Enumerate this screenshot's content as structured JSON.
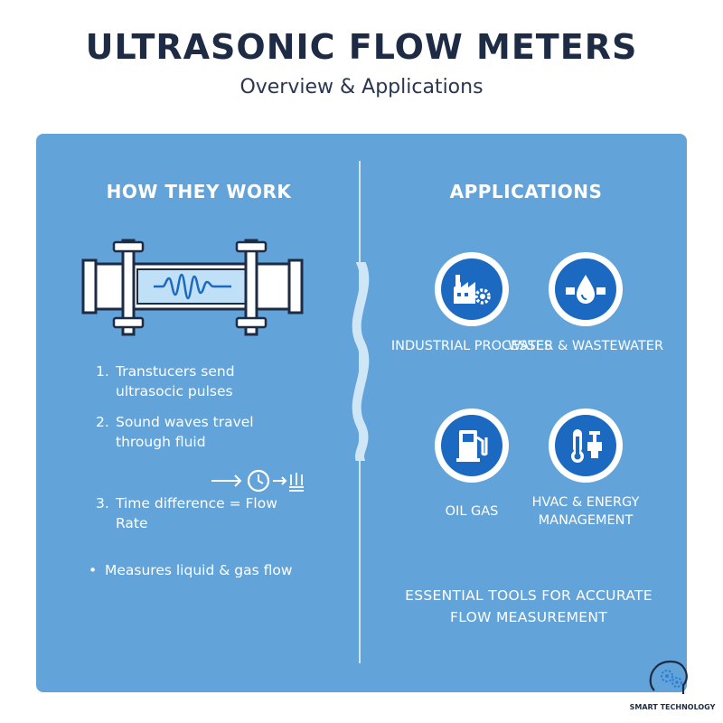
{
  "header": {
    "title": "ULTRASONIC FLOW METERS",
    "subtitle": "Overview & Applications"
  },
  "left": {
    "heading": "HOW THEY WORK",
    "steps": [
      {
        "num": "1.",
        "text": "Transtucers send ultrasocic pulses"
      },
      {
        "num": "2.",
        "text": "Sound waves travel through fluid"
      },
      {
        "num": "3.",
        "text": "Time difference = Flow Rate"
      }
    ],
    "bullet": {
      "dot": "•",
      "text": "Measures liquid & gas flow"
    }
  },
  "right": {
    "heading": "APPLICATIONS",
    "apps": [
      {
        "label": "INDUSTRIAL PROCESSES",
        "icon": "factory-gear-icon"
      },
      {
        "label": "WATER & WASTEWATER",
        "icon": "water-drop-pipe-icon"
      },
      {
        "label": "OIL GAS",
        "icon": "fuel-pump-icon"
      },
      {
        "label": "HVAC & ENERGY MANAGEMENT",
        "icon": "thermometer-valve-icon"
      }
    ],
    "tagline": "ESSENTIAL TOOLS FOR ACCURATE FLOW MEASUREMENT"
  },
  "brand": {
    "text": "SMART TECHNOLOGY",
    "icon": "brain-gear-icon"
  },
  "colors": {
    "panel": "#62a3d9",
    "accent": "#1b69c0",
    "title": "#1d2b44"
  }
}
